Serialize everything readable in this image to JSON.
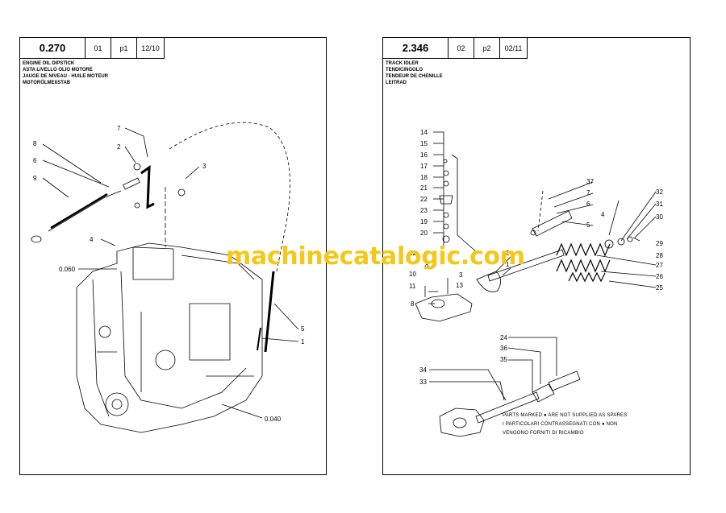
{
  "left_page": {
    "header": {
      "code": "0.270",
      "cell1": "01",
      "cell2": "p1",
      "cell3": "12/10"
    },
    "titles": [
      "ENGINE OIL DIPSTICK",
      "ASTA LIVELLO OLIO MOTORE",
      "JAUGE DE NIVEAU - HUILE MOTEUR",
      "MOTORÖLMEßSTAB"
    ],
    "callouts": {
      "c7": "7",
      "c2": "2",
      "c3": "3",
      "c8": "8",
      "c6": "6",
      "c9": "9",
      "c4": "4",
      "c0060": "0.060",
      "c5": "5",
      "c1": "1",
      "c0040": "0.040"
    }
  },
  "right_page": {
    "header": {
      "code": "2.346",
      "cell1": "02",
      "cell2": "p2",
      "cell3": "02/11"
    },
    "titles": [
      "TRACK IDLER",
      "TENDICINGOLO",
      "TENDEUR DE CHENILLE",
      "LEITRAD"
    ],
    "callouts": {
      "c14": "14",
      "c15": "15",
      "c16": "16",
      "c17": "17",
      "c18": "18",
      "c21": "21",
      "c22": "22",
      "c23": "23",
      "c19": "19",
      "c20": "20",
      "c12": "12",
      "c10": "10",
      "c11": "11",
      "c9": "9",
      "c8": "8",
      "c3": "3",
      "c13": "13",
      "c2": "2",
      "c1": "1",
      "c37": "37",
      "c7": "7",
      "c6": "6",
      "c5": "5",
      "c4": "4",
      "c32": "32",
      "c31": "31",
      "c30": "30",
      "c29": "29",
      "c28": "28",
      "c27": "27",
      "c26": "26",
      "c25": "25",
      "c24": "24",
      "c36": "36",
      "c35": "35",
      "c34": "34",
      "c33": "33"
    },
    "note": {
      "line1": "PARTS MARKED ● ARE NOT SUPPLIED AS SPARES",
      "line2": "I PARTICOLARI CONTRASSEGNATI CON ● NON",
      "line3": "VENGONO FORNITI DI RICAMBIO"
    }
  },
  "watermark": "machinecatalogic.com"
}
